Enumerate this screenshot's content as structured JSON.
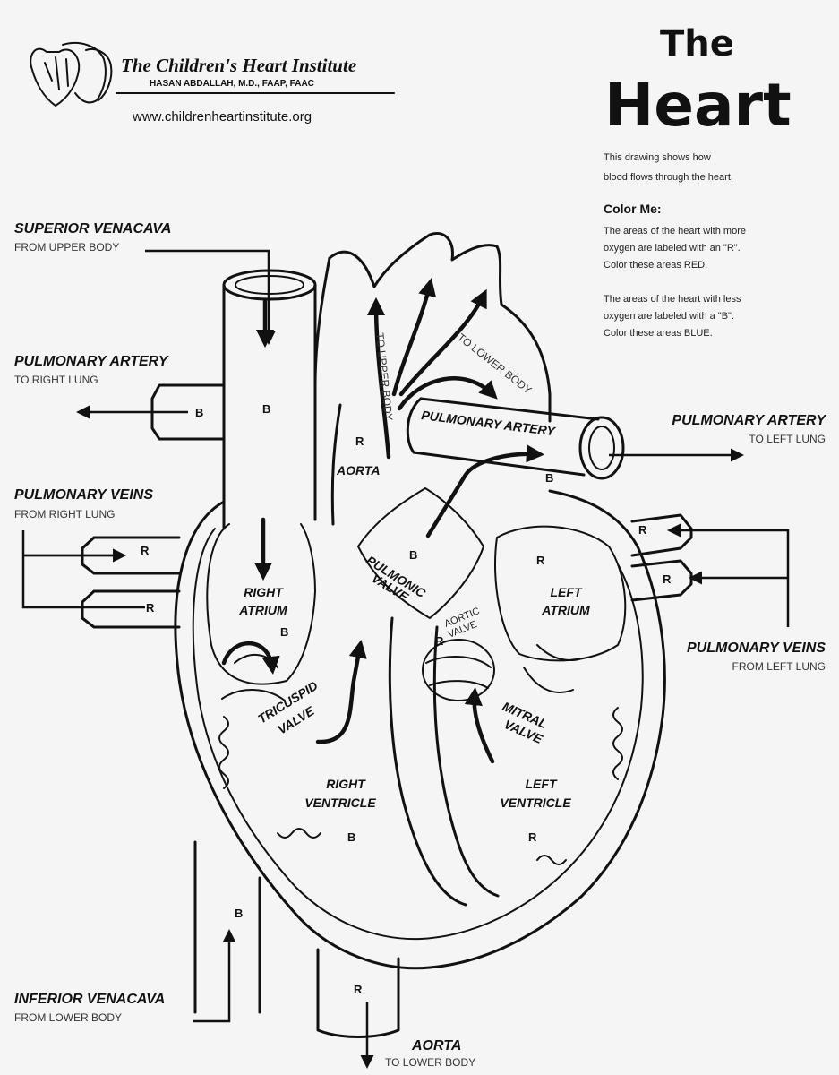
{
  "institute": {
    "name": "The Children's Heart Institute",
    "doctor": "HASAN ABDALLAH, M.D., FAAP, FAAC",
    "url": "www.childrenheartinstitute.org"
  },
  "title": {
    "the": "The",
    "heart": "Heart"
  },
  "intro": {
    "line1": "This drawing shows how",
    "line2": "blood flows through the heart."
  },
  "color_me": {
    "heading": "Color Me:",
    "red": [
      "The areas of the heart with more",
      "oxygen are labeled with an \"R\".",
      "Color these areas RED."
    ],
    "blue": [
      "The areas of the heart with less",
      "oxygen are labeled with a \"B\".",
      "Color these areas BLUE."
    ]
  },
  "external_labels": {
    "superior_venacava": {
      "title": "SUPERIOR VENACAVA",
      "sub": "FROM UPPER BODY"
    },
    "pulmonary_artery_right": {
      "title": "PULMONARY ARTERY",
      "sub": "TO RIGHT LUNG"
    },
    "pulmonary_veins_right": {
      "title": "PULMONARY VEINS",
      "sub": "FROM RIGHT LUNG"
    },
    "pulmonary_artery_left": {
      "title": "PULMONARY ARTERY",
      "sub": "TO LEFT LUNG"
    },
    "pulmonary_veins_left": {
      "title": "PULMONARY VEINS",
      "sub": "FROM LEFT LUNG"
    },
    "inferior_venacava": {
      "title": "INFERIOR VENACAVA",
      "sub": "FROM LOWER BODY"
    },
    "aorta_bottom": {
      "title": "AORTA",
      "sub": "TO LOWER BODY"
    }
  },
  "internal_labels": {
    "aorta": "AORTA",
    "pulmonary_artery": "PULMONARY ARTERY",
    "to_upper_body": "TO UPPER BODY",
    "to_lower_body": "TO LOWER BODY",
    "right_atrium": [
      "RIGHT",
      "ATRIUM"
    ],
    "left_atrium": [
      "LEFT",
      "ATRIUM"
    ],
    "right_ventricle": [
      "RIGHT",
      "VENTRICLE"
    ],
    "left_ventricle": [
      "LEFT",
      "VENTRICLE"
    ],
    "pulmonic_valve": [
      "PULMONIC",
      "VALVE"
    ],
    "aortic_valve": [
      "AORTIC",
      "VALVE"
    ],
    "tricuspid_valve": [
      "TRICUSPID",
      "VALVE"
    ],
    "mitral_valve": [
      "MITRAL",
      "VALVE"
    ]
  },
  "letters": {
    "R": "R",
    "B": "B"
  },
  "colors": {
    "ink": "#111111",
    "paper": "#f5f5f5"
  }
}
